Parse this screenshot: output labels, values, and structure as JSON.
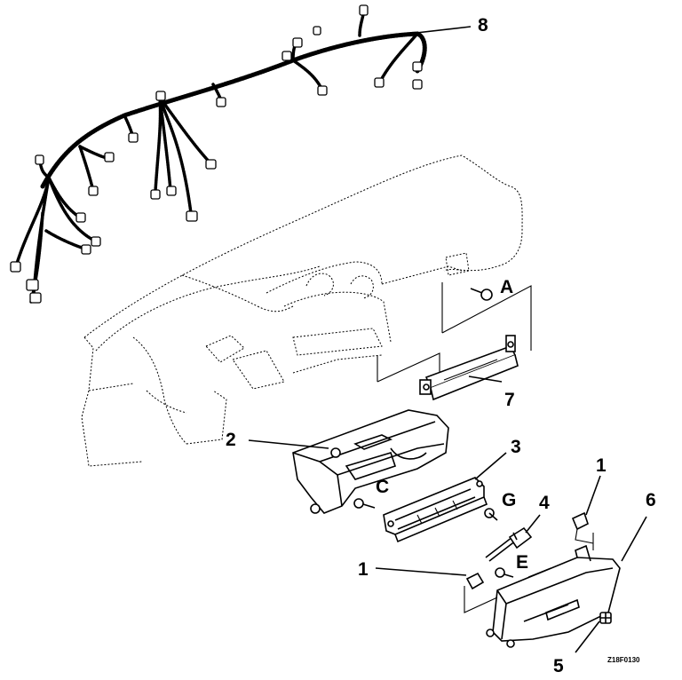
{
  "diagram": {
    "callouts": {
      "c8": "8",
      "cA": "A",
      "c7": "7",
      "c2": "2",
      "c3": "3",
      "cC": "C",
      "cG": "G",
      "c4": "4",
      "c1a": "1",
      "c6": "6",
      "cE": "E",
      "c1b": "1",
      "c5": "5"
    },
    "figure_code": "Z18F0130",
    "parts": [
      "wiring-harness",
      "dashboard",
      "bracket",
      "glove-box-housing",
      "trim-panel",
      "clip",
      "lower-tray",
      "fastener"
    ]
  }
}
